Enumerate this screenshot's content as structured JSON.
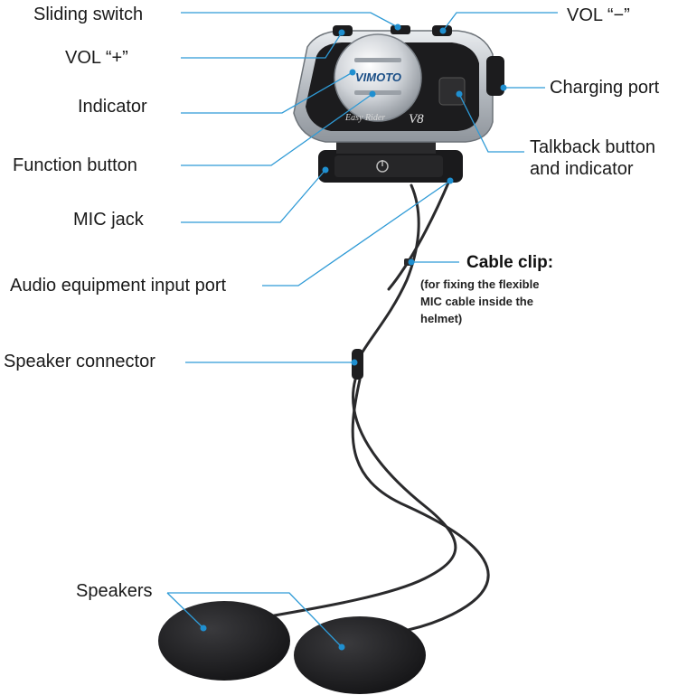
{
  "device": {
    "brand": "VIMOTO",
    "model_text": "Easy Rider",
    "model_badge": "V8"
  },
  "labels": {
    "sliding_switch": "Sliding switch",
    "vol_plus": "VOL “+”",
    "indicator": "Indicator",
    "function_button": "Function button",
    "mic_jack": "MIC jack",
    "audio_input": "Audio equipment input port",
    "speaker_connector": "Speaker connector",
    "speakers": "Speakers",
    "vol_minus": "VOL “−”",
    "charging_port": "Charging port",
    "talkback_line1": "Talkback button",
    "talkback_line2": "and indicator"
  },
  "cable_clip": {
    "title": "Cable clip:",
    "line1": "(for fixing the flexible",
    "line2": "MIC cable inside the",
    "line3": "helmet)"
  },
  "colors": {
    "leader": "#2e9ad6",
    "dot": "#1f8fd0",
    "body_silver": "#c9cdd2",
    "body_dark": "#1c1c1e",
    "foam": "#1e1e20"
  }
}
